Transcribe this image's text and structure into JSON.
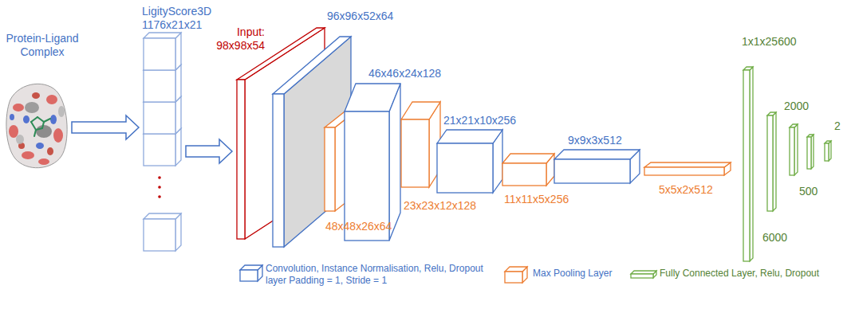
{
  "diagram": {
    "nodes": [
      {
        "text": [
          "Protein-Ligand Complex"
        ]
      },
      {
        "text": [
          "LigityScore3D 1176x21x21"
        ]
      },
      {
        "text": [
          "Input: 98x98x54"
        ]
      },
      {
        "text": [
          "96x96x52x64"
        ]
      },
      {
        "text": [
          "48x48x26x64"
        ]
      },
      {
        "text": [
          "46x46x24x128"
        ]
      },
      {
        "text": [
          "23x23x12x128"
        ]
      },
      {
        "text": [
          "21x21x10x256"
        ]
      },
      {
        "text": [
          "11x11x5x256"
        ]
      },
      {
        "text": [
          "9x9x3x512"
        ]
      },
      {
        "text": [
          "5x5x2x512"
        ]
      },
      {
        "text": [
          "1x1x25600"
        ]
      },
      {
        "text": [
          "6000"
        ]
      },
      {
        "text": [
          "2000"
        ]
      },
      {
        "text": [
          "500"
        ]
      },
      {
        "text": [
          "2"
        ]
      }
    ],
    "edges": [
      {
        "from": 0,
        "to": 1,
        "arrow": "to"
      },
      {
        "from": 1,
        "to": 2,
        "arrow": "to"
      }
    ],
    "legend": [
      {
        "text": "Convolution, Instance Normalisation, Relu, Dropout layer Padding = 1, Stride = 1"
      },
      {
        "text": "Max Pooling Layer"
      },
      {
        "text": "Fully Connected Layer, Relu, Dropout"
      }
    ]
  }
}
